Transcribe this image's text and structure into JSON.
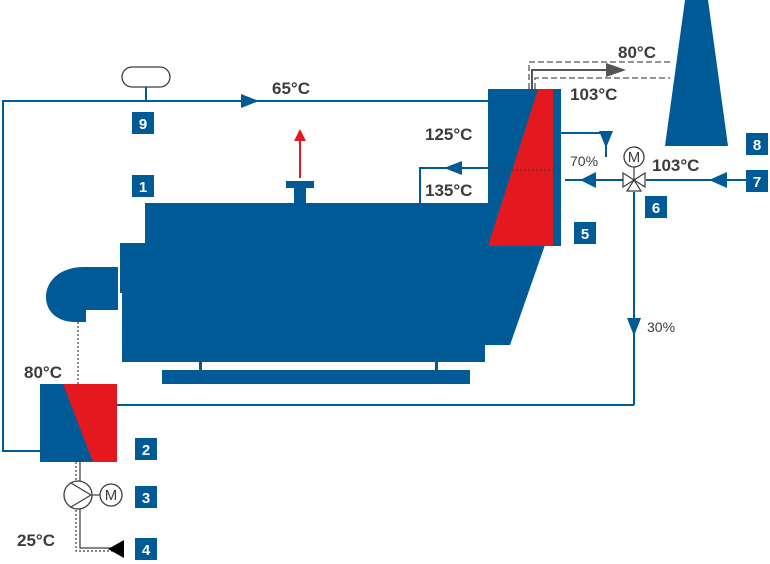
{
  "colors": {
    "primary": "#005a96",
    "hot": "#e3191f",
    "text": "#3c3c3c",
    "chimney": "#005a96",
    "flue": "#555555",
    "arrow_up": "#e3191f"
  },
  "temperatures": {
    "return_top": "65°C",
    "flue_out": "80°C",
    "eco_out": "103°C",
    "in_125": "125°C",
    "in_135": "135°C",
    "mix_in": "103°C",
    "pre_out": "80°C",
    "feed": "25°C"
  },
  "percents": {
    "to_eco": "70%",
    "bypass": "30%"
  },
  "motor_symbol": "M",
  "numbers": [
    "1",
    "2",
    "3",
    "4",
    "5",
    "6",
    "7",
    "8",
    "9"
  ]
}
